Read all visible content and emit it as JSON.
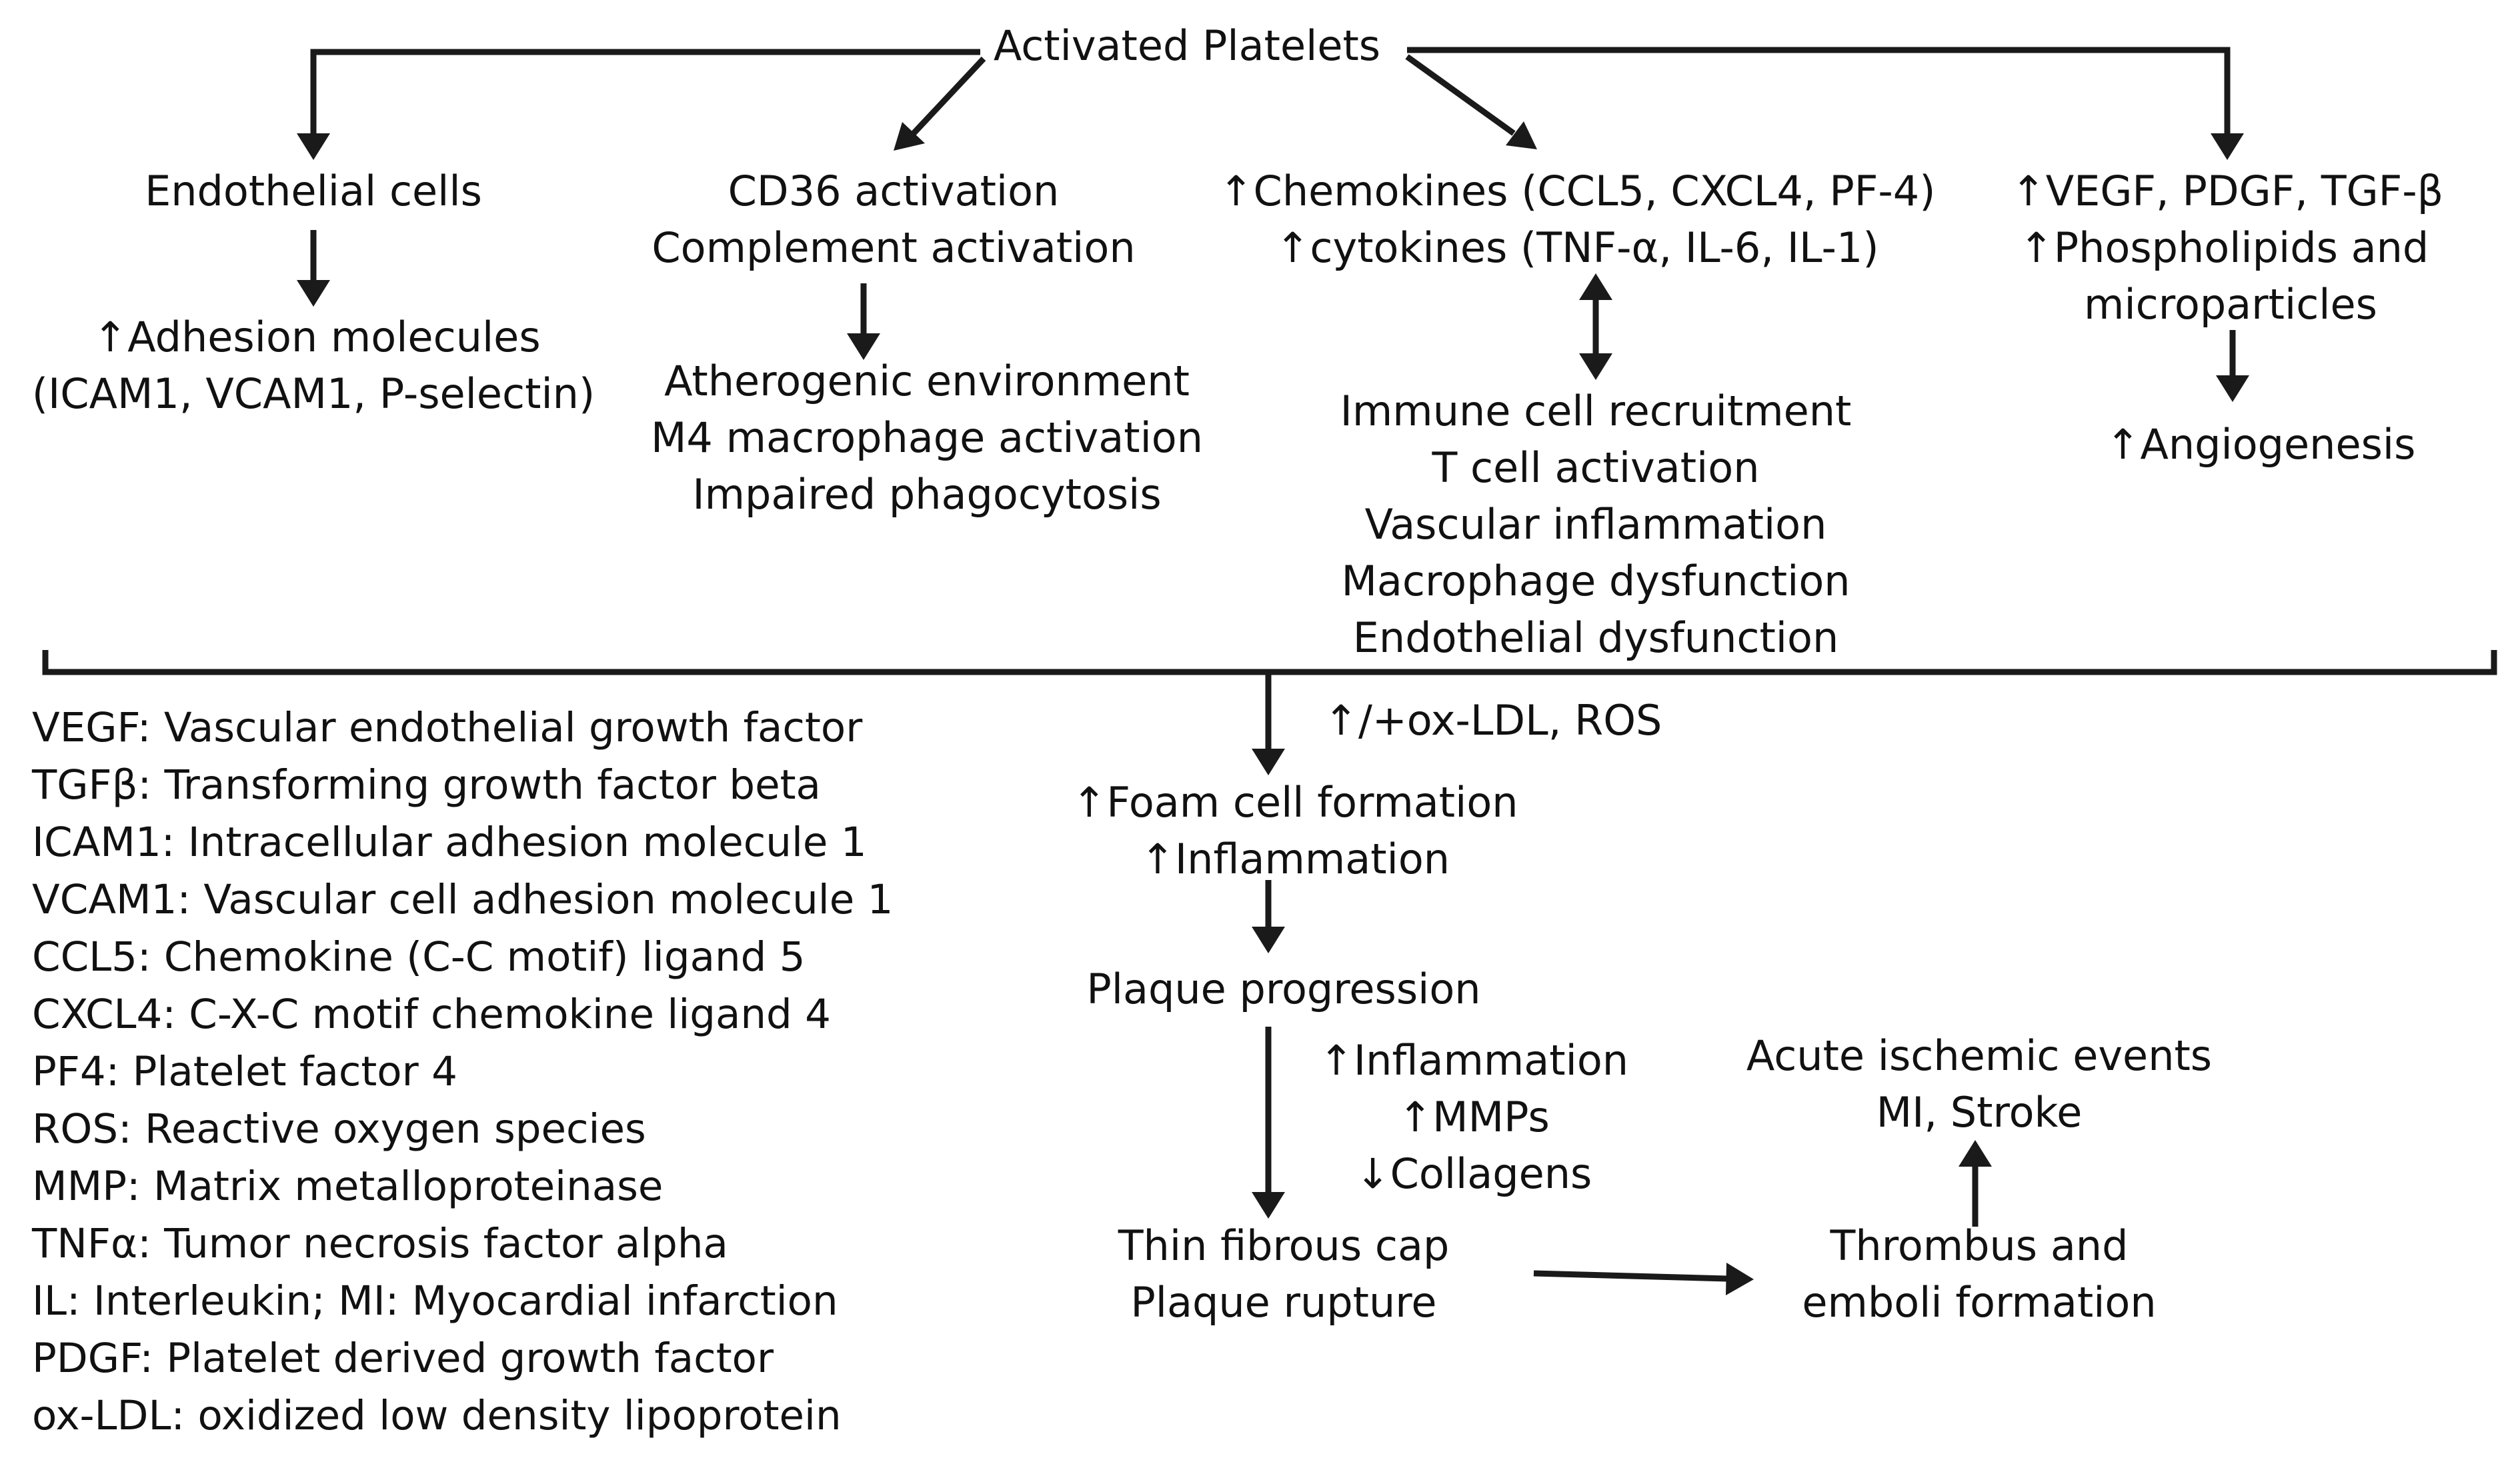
{
  "nodes": {
    "activated_platelets": "Activated Platelets",
    "endothelial_cells": "Endothelial cells",
    "adhesion": [
      "↑Adhesion molecules",
      "(ICAM1, VCAM1, P-selectin)"
    ],
    "cd36": [
      "CD36 activation",
      "Complement activation"
    ],
    "atherogenic": [
      "Atherogenic environment",
      "M4 macrophage activation",
      "Impaired phagocytosis"
    ],
    "chemokines": [
      "↑Chemokines (CCL5, CXCL4, PF-4)",
      "↑cytokines (TNF-α, IL-6, IL-1)"
    ],
    "immune": [
      "Immune cell recruitment",
      "T cell activation",
      "Vascular inflammation",
      "Macrophage dysfunction",
      "Endothelial dysfunction"
    ],
    "vegf": [
      "↑VEGF, PDGF, TGF-β",
      "↑Phospholipids and",
      "microparticles"
    ],
    "angiogenesis": "↑Angiogenesis",
    "oxldl_label": "↑/+ox-LDL, ROS",
    "foam": [
      "↑Foam cell formation",
      "↑Inflammation"
    ],
    "plaque_progression": "Plaque progression",
    "mmps": [
      "↑Inflammation",
      "↑MMPs",
      "↓Collagens"
    ],
    "thin_cap": [
      "Thin fibrous cap",
      "Plaque rupture"
    ],
    "acute": [
      "Acute ischemic events",
      "MI, Stroke"
    ],
    "thrombus": [
      "Thrombus and",
      "emboli formation"
    ]
  },
  "legend": [
    "VEGF: Vascular endothelial growth factor",
    "TGFβ: Transforming growth factor beta",
    "ICAM1: Intracellular adhesion molecule 1",
    "VCAM1: Vascular cell adhesion molecule 1",
    "CCL5: Chemokine (C-C motif) ligand 5",
    "CXCL4: C-X-C motif chemokine ligand 4",
    "PF4: Platelet factor 4",
    "ROS: Reactive oxygen species",
    "MMP: Matrix metalloproteinase",
    "TNFα: Tumor necrosis factor alpha",
    "IL: Interleukin; MI: Myocardial infarction",
    "PDGF: Platelet derived growth factor",
    "ox-LDL: oxidized low density lipoprotein"
  ]
}
